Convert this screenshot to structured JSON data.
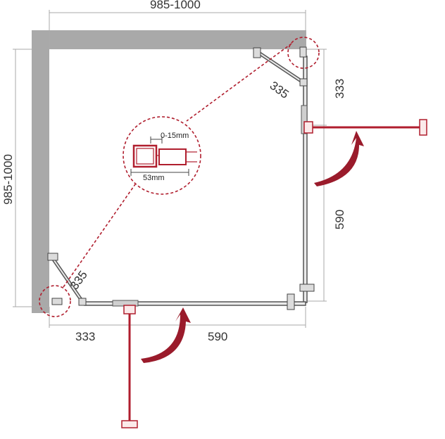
{
  "dimensions": {
    "top_width": "985-1000",
    "left_height": "985-1000",
    "hinge_top": "335",
    "hinge_left": "335",
    "right_upper": "333",
    "right_lower": "590",
    "bottom_left": "333",
    "bottom_right": "590"
  },
  "detail": {
    "gap": "0-15mm",
    "width": "53mm"
  },
  "colors": {
    "wall": "#a9a9a9",
    "accent": "#b01e2e",
    "arrow": "#9a1b2b",
    "dimension_line": "#aaaaaa"
  }
}
